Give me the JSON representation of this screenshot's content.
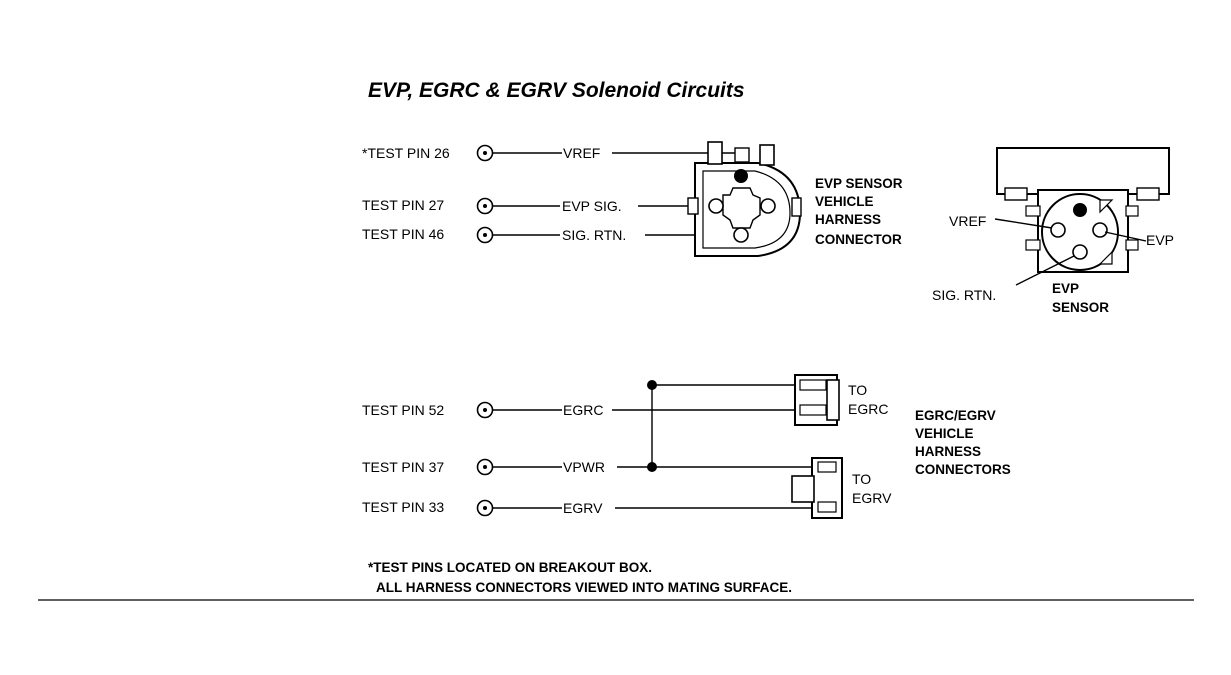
{
  "title": "EVP, EGRC & EGRV Solenoid Circuits",
  "evp_circuit": {
    "pins": [
      {
        "label": "*TEST PIN 26",
        "signal": "VREF"
      },
      {
        "label": "TEST PIN 27",
        "signal": "EVP SIG."
      },
      {
        "label": "TEST PIN 46",
        "signal": "SIG. RTN."
      }
    ],
    "connector_label": [
      "EVP SENSOR",
      "VEHICLE",
      "HARNESS",
      "CONNECTOR"
    ]
  },
  "evp_sensor": {
    "vref_label": "VREF",
    "evp_label": "EVP",
    "sig_rtn_label": "SIG. RTN.",
    "sensor_label": [
      "EVP",
      "SENSOR"
    ]
  },
  "egr_circuit": {
    "pins": [
      {
        "label": "TEST PIN 52",
        "signal": "EGRC"
      },
      {
        "label": "TEST PIN 37",
        "signal": "VPWR"
      },
      {
        "label": "TEST PIN 33",
        "signal": "EGRV"
      }
    ],
    "to_egrc": [
      "TO",
      "EGRC"
    ],
    "to_egrv": [
      "TO",
      "EGRV"
    ],
    "connectors_label": [
      "EGRC/EGRV",
      "VEHICLE",
      "HARNESS",
      "CONNECTORS"
    ]
  },
  "notes": [
    "*TEST PINS LOCATED ON BREAKOUT BOX.",
    "ALL HARNESS CONNECTORS VIEWED INTO MATING SURFACE."
  ]
}
